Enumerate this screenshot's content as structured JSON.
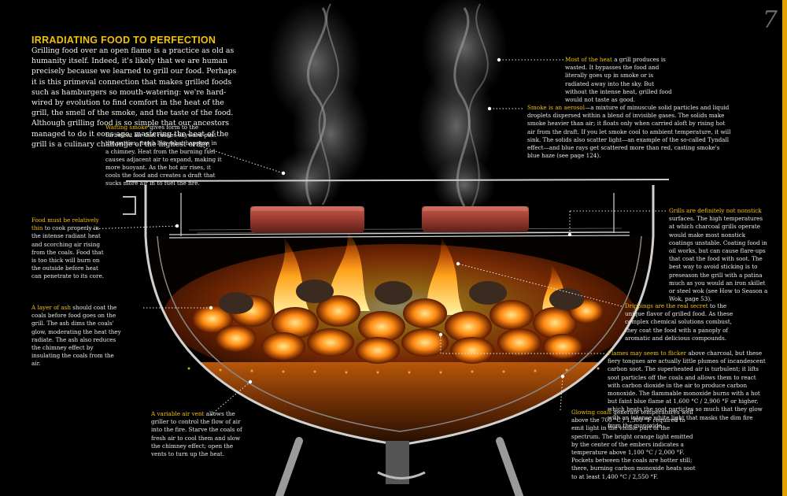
{
  "page_number": "7",
  "title": "IRRADIATING FOOD TO PERFECTION",
  "intro": "Grilling food over an open flame is a practice as old as humanity itself. Indeed, it's likely that we are human precisely because we learned to grill our food. Perhaps it is this primeval connection that makes grilled foods such as hamburgers so mouth-watering: we're hard-wired by evolution to find comfort in the heat of the grill, the smell of the smoke, and the taste of the food. Although grilling food is so simple that our ancestors managed to do it eons ago, mastering the heat of the grill is a culinary challenge of the highest order.",
  "captions": {
    "wafting_smoke": {
      "lead": "Wafting smoke",
      "text": " gives form to the turbulent air that rushes skyward past the patties, much like what happens in a chimney. Heat from the burning fuel causes adjacent air to expand, making it more buoyant. As the hot air rises, it cools the food and creates a draft that sucks more air in to fuel the fire."
    },
    "food_thin": {
      "lead": "Food must be relatively thin",
      "text": " to cook properly in the intense radiant heat and scorching air rising from the coals. Food that is too thick will burn on the outside before heat can penetrate to its core."
    },
    "ash": {
      "lead": "A layer of ash",
      "text": " should coat the coals before food goes on the grill. The ash dims the coals' glow, moderating the heat they radiate. The ash also reduces the chimney effect by insulating the coals from the air."
    },
    "air_vent": {
      "lead": "A variable air vent",
      "text": " allows the griller to control the flow of air into the fire. Starve the coals of fresh air to cool them and slow the chimney effect; open the vents to turn up the heat."
    },
    "most_heat": {
      "lead": "Most of the heat",
      "text": " a grill produces is wasted. It bypasses the food and literally goes up in smoke or is radiated away into the sky. But without the intense heat, grilled food would not taste as good."
    },
    "smoke_aerosol": {
      "lead": "Smoke is an aerosol",
      "text": "—a mixture of minuscule solid particles and liquid droplets dispersed within a blend of invisible gases. The solids make smoke heavier than air; it floats only when carried aloft by rising hot air from the draft. If you let smoke cool to ambient temperature, it will sink. The solids also scatter light—an example of the so-called Tyndall effect—and blue rays get scattered more than red, casting smoke's blue haze (see page 124)."
    },
    "grills_nonstick": {
      "lead": "Grills are definitely not nonstick",
      "text": " surfaces. The high temperatures at which charcoal grills operate would make most nonstick coatings unstable. Coating food in oil works, but can cause flare-ups that coat the food with soot. The best way to avoid sticking is to preseason the grill with a patina much as you would an iron skillet or steel wok (see How to Season a Wok, page 53)."
    },
    "drippings": {
      "lead": "Drippings are the real secret",
      "text": " to the unique flavor of grilled food. As these complex chemical solutions combust, they coat the food with a panoply of aromatic and delicious compounds."
    },
    "flames": {
      "lead": "Flames may seem to flicker",
      "text": " above charcoal, but these fiery tongues are actually little plumes of incandescent carbon soot. The superheated air is turbulent; it lifts soot particles off the coals and allows them to react with carbon dioxide in the air to produce carbon monoxide. The flammable monoxide burns with a hot but faint blue flame at 1,600 °C / 2,900 °F or higher, which heats the soot particles so much that they glow with an intense white light that masks the dim fire from the monoxide."
    },
    "glowing_coals": {
      "lead": "Glowing coals",
      "text": " generate temperatures well above the 700 °C / 1,300 °F required to emit light in the visible part of the spectrum. The bright orange light emitted by the center of the embers indicates a temperature above 1,100 °C / 2,000 °F. Pockets between the coals are hotter still; there, burning carbon monoxide heats soot to at least 1,400 °C / 2,550 °F."
    }
  },
  "colors": {
    "accent": "#f3c10a",
    "background": "#000000",
    "edge_bar": "#e0a100"
  }
}
